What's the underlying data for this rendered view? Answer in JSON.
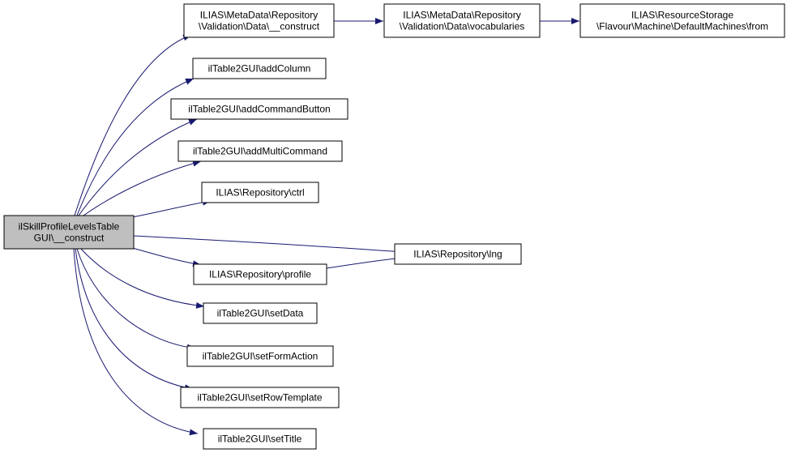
{
  "colors": {
    "edge": "#191970",
    "node_fill": "#ffffff",
    "root_fill": "#bfbfbf",
    "border": "#000000"
  },
  "nodes": [
    {
      "id": "root",
      "lines": [
        "ilSkillProfileLevelsTable",
        "GUI\\__construct"
      ],
      "highlight": true
    },
    {
      "id": "md_construct",
      "lines": [
        "ILIAS\\MetaData\\Repository",
        "\\Validation\\Data\\__construct"
      ]
    },
    {
      "id": "md_vocab",
      "lines": [
        "ILIAS\\MetaData\\Repository",
        "\\Validation\\Data\\vocabularies"
      ]
    },
    {
      "id": "rs_from",
      "lines": [
        "ILIAS\\ResourceStorage",
        "\\Flavour\\Machine\\DefaultMachines\\from"
      ]
    },
    {
      "id": "addColumn",
      "lines": [
        "ilTable2GUI\\addColumn"
      ]
    },
    {
      "id": "addCommandButton",
      "lines": [
        "ilTable2GUI\\addCommandButton"
      ]
    },
    {
      "id": "addMultiCommand",
      "lines": [
        "ilTable2GUI\\addMultiCommand"
      ]
    },
    {
      "id": "ctrl",
      "lines": [
        "ILIAS\\Repository\\ctrl"
      ]
    },
    {
      "id": "lng",
      "lines": [
        "ILIAS\\Repository\\lng"
      ]
    },
    {
      "id": "profile",
      "lines": [
        "ILIAS\\Repository\\profile"
      ]
    },
    {
      "id": "setData",
      "lines": [
        "ilTable2GUI\\setData"
      ]
    },
    {
      "id": "setFormAction",
      "lines": [
        "ilTable2GUI\\setFormAction"
      ]
    },
    {
      "id": "setRowTemplate",
      "lines": [
        "ilTable2GUI\\setRowTemplate"
      ]
    },
    {
      "id": "setTitle",
      "lines": [
        "ilTable2GUI\\setTitle"
      ]
    }
  ],
  "edges": [
    {
      "from": "root",
      "to": "md_construct"
    },
    {
      "from": "md_construct",
      "to": "md_vocab"
    },
    {
      "from": "md_vocab",
      "to": "rs_from"
    },
    {
      "from": "root",
      "to": "addColumn"
    },
    {
      "from": "root",
      "to": "addCommandButton"
    },
    {
      "from": "root",
      "to": "addMultiCommand"
    },
    {
      "from": "root",
      "to": "ctrl"
    },
    {
      "from": "root",
      "to": "lng"
    },
    {
      "from": "root",
      "to": "profile"
    },
    {
      "from": "profile",
      "to": "lng"
    },
    {
      "from": "root",
      "to": "setData"
    },
    {
      "from": "root",
      "to": "setFormAction"
    },
    {
      "from": "root",
      "to": "setRowTemplate"
    },
    {
      "from": "root",
      "to": "setTitle"
    }
  ]
}
